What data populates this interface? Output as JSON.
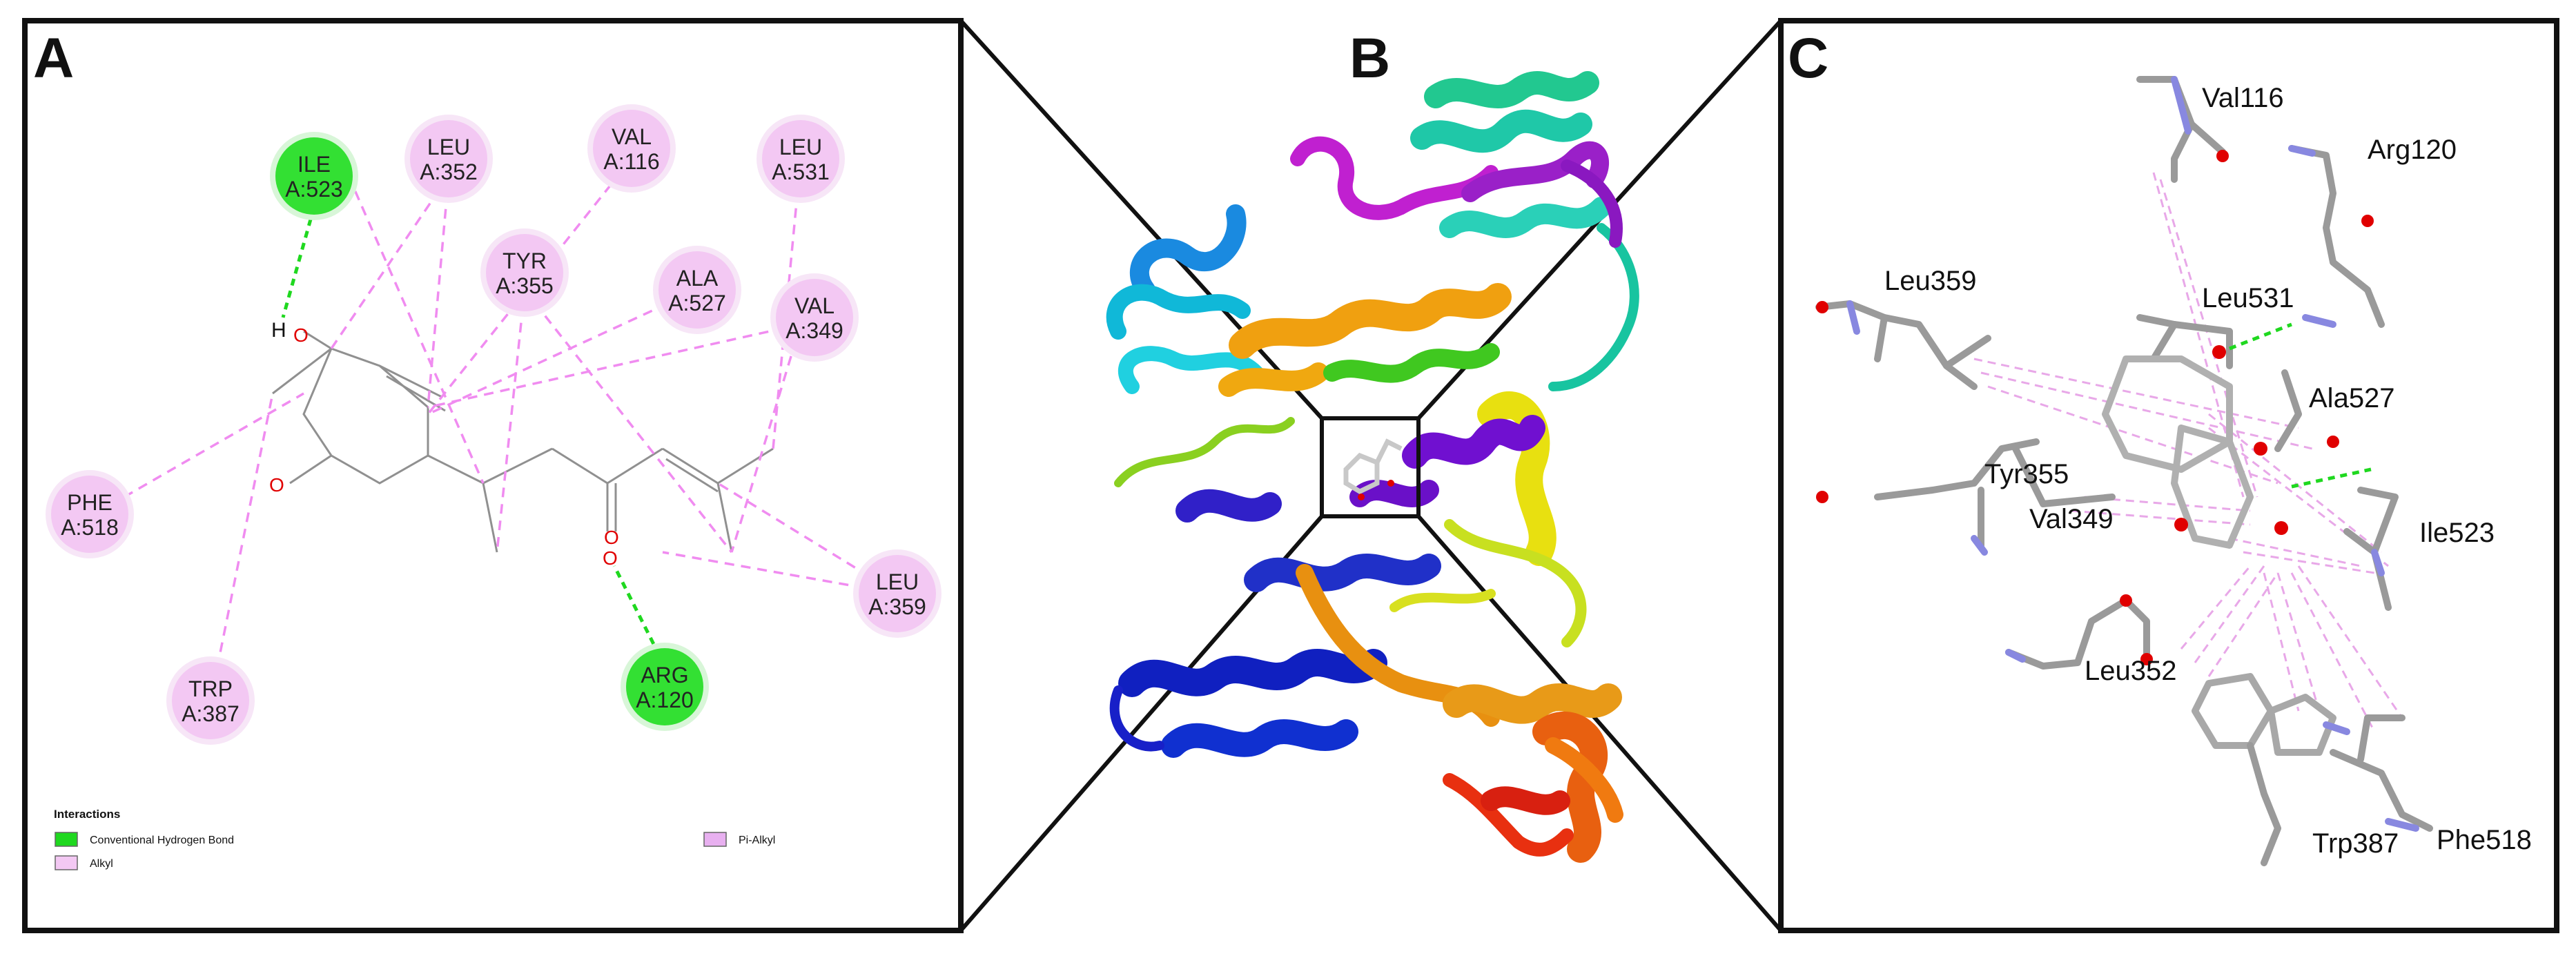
{
  "panels": {
    "a": {
      "letter": "A",
      "residues": [
        {
          "code": "ILE",
          "id": "A:523",
          "kind": "hbond"
        },
        {
          "code": "LEU",
          "id": "A:352",
          "kind": "alkyl"
        },
        {
          "code": "VAL",
          "id": "A:116",
          "kind": "alkyl"
        },
        {
          "code": "LEU",
          "id": "A:531",
          "kind": "alkyl"
        },
        {
          "code": "TYR",
          "id": "A:355",
          "kind": "alkyl"
        },
        {
          "code": "ALA",
          "id": "A:527",
          "kind": "alkyl"
        },
        {
          "code": "VAL",
          "id": "A:349",
          "kind": "alkyl"
        },
        {
          "code": "PHE",
          "id": "A:518",
          "kind": "alkyl"
        },
        {
          "code": "LEU",
          "id": "A:359",
          "kind": "alkyl"
        },
        {
          "code": "TRP",
          "id": "A:387",
          "kind": "alkyl"
        },
        {
          "code": "ARG",
          "id": "A:120",
          "kind": "hbond"
        }
      ],
      "atoms": {
        "h": "H",
        "o1": "O",
        "o2": "O",
        "o3": "O",
        "o4": "O"
      },
      "legend": {
        "title": "Interactions",
        "items": [
          "Conventional Hydrogen Bond",
          "Alkyl",
          "Pi-Alkyl"
        ]
      }
    },
    "b": {
      "letter": "B"
    },
    "c": {
      "letter": "C",
      "labels": [
        "Val116",
        "Arg120",
        "Leu359",
        "Leu531",
        "Ala527",
        "Tyr355",
        "Val349",
        "Ile523",
        "Leu352",
        "Trp387",
        "Phe518"
      ]
    }
  },
  "colors": {
    "hbond": "#1fd81f",
    "hbond_fill": "#33e033",
    "alkyl_fill": "#f3c8f3",
    "alkyl_line": "#f08cf0",
    "pi_alkyl_fill": "#e8b0f0",
    "frame": "#111111",
    "oxygen": "#e00000",
    "stick": "#9a9a9a"
  }
}
